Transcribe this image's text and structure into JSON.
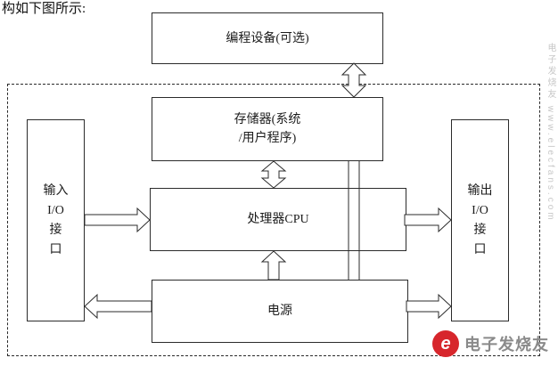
{
  "caption": "构如下图所示:",
  "blocks": {
    "programming_device": "编程设备(可选)",
    "memory": "存储器(系统\n/用户程序)",
    "cpu": "处理器CPU",
    "power": "电源",
    "input_io": "输入\nI/O\n接\n口",
    "output_io": "输出\nI/O\n接\n口"
  },
  "watermark": {
    "vertical_text": "电子发烧友 www.elecfans.com",
    "logo_text": "电子发烧友",
    "logo_initial": "e"
  },
  "colors": {
    "line": "#2b2b2b",
    "watermark_gray": "#c8c8c8",
    "logo_red": "#d7262c",
    "logo_gray": "#8a8a8a"
  }
}
